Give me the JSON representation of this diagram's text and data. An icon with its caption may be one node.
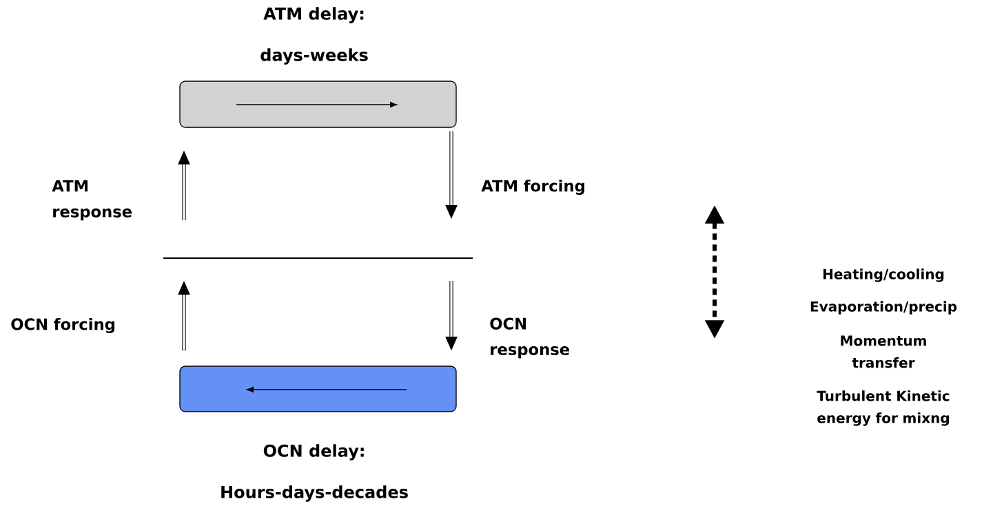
{
  "diagram": {
    "nodes": [
      {
        "text": [
          "ATM delay:",
          "days-weeks"
        ]
      },
      {
        "text": [
          "OCN delay:",
          "Hours-days-decades"
        ]
      }
    ],
    "edges": [
      {
        "from": null,
        "to": 0,
        "arrow": "to",
        "label": "ATM response"
      },
      {
        "from": 0,
        "to": null,
        "arrow": "to",
        "label": "ATM forcing"
      },
      {
        "from": 1,
        "to": null,
        "arrow": "to",
        "label": "OCN forcing"
      },
      {
        "from": null,
        "to": 1,
        "arrow": "to",
        "label": "OCN response"
      }
    ],
    "labels": [
      "Heating/cooling",
      "Evaporation/precip",
      "Momentum transfer",
      "Turbulent Kinetic energy for mixng"
    ]
  }
}
